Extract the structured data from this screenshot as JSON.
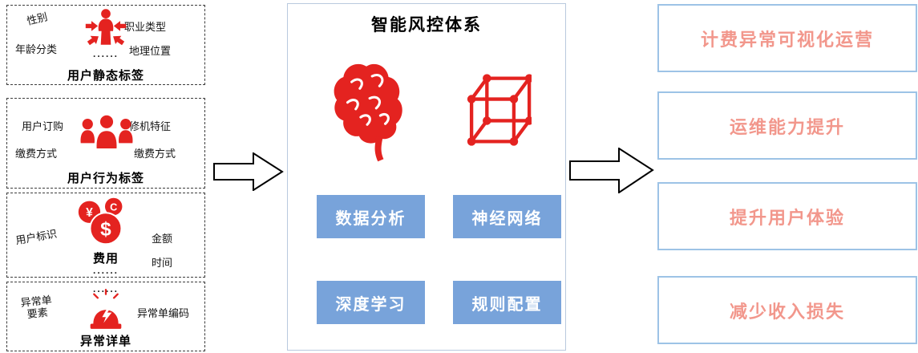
{
  "left_panels": [
    {
      "title": "用户静态标签",
      "icon": "person-focus-icon",
      "dots": "......",
      "labels": [
        "性别",
        "职业类型",
        "年龄分类",
        "地理位置"
      ]
    },
    {
      "title": "用户行为标签",
      "icon": "user-group-icon",
      "labels": [
        "用户订购",
        "修机特征",
        "缴费方式",
        "缴费方式"
      ]
    },
    {
      "title": "费用",
      "icon": "coins-icon",
      "dots": "......",
      "labels": [
        "用户标识",
        "金额",
        "时间"
      ]
    },
    {
      "title": "异常详单",
      "icon": "alarm-siren-icon",
      "dots": "......",
      "labels": [
        "异常单要素",
        "异常单编码"
      ]
    }
  ],
  "center": {
    "title": "智能风控体系",
    "icons": [
      "brain-icon",
      "cube-network-icon"
    ],
    "buttons": [
      {
        "label": "数据分析"
      },
      {
        "label": "神经网络"
      },
      {
        "label": "深度学习"
      },
      {
        "label": "规则配置"
      }
    ]
  },
  "right_panels": [
    {
      "label": "计费异常可视化运营"
    },
    {
      "label": "运维能力提升"
    },
    {
      "label": "提升用户体验"
    },
    {
      "label": "减少收入损失"
    }
  ],
  "colors": {
    "accent_red": "#e42320",
    "button_blue": "#78a3da",
    "right_border_blue": "#9dc3e6",
    "right_text_coral": "#f2978c"
  }
}
